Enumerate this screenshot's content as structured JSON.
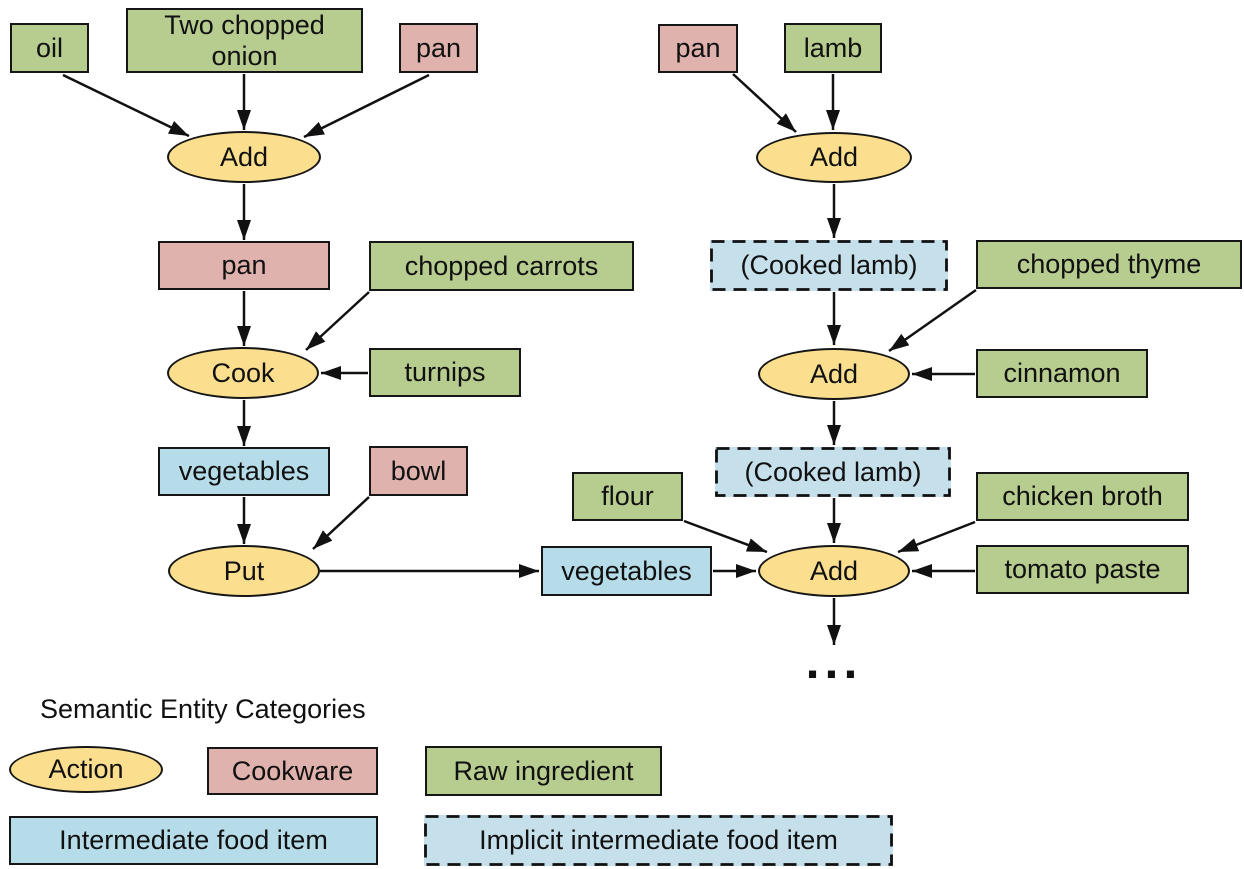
{
  "colors": {
    "action": "#fbdf8e",
    "cookware": "#e0b2ae",
    "raw": "#b7cc8f",
    "intermediate": "#b5dce8",
    "implicit": "#c5e0ea",
    "stroke": "#161616"
  },
  "flow_left": {
    "oil": {
      "label": "oil",
      "category": "raw ingredient"
    },
    "two_chopped_onion": {
      "label": "Two chopped onion",
      "lines": [
        "Two chopped",
        "onion"
      ],
      "category": "raw ingredient"
    },
    "pan_in": {
      "label": "pan",
      "category": "cookware"
    },
    "add": {
      "label": "Add",
      "category": "action"
    },
    "pan": {
      "label": "pan",
      "category": "cookware"
    },
    "chopped_carrots": {
      "label": "chopped carrots",
      "category": "raw ingredient"
    },
    "cook": {
      "label": "Cook",
      "category": "action"
    },
    "turnips": {
      "label": "turnips",
      "category": "raw ingredient"
    },
    "vegetables": {
      "label": "vegetables",
      "category": "intermediate food item"
    },
    "bowl": {
      "label": "bowl",
      "category": "cookware"
    },
    "put": {
      "label": "Put",
      "category": "action"
    }
  },
  "flow_right": {
    "pan": {
      "label": "pan",
      "category": "cookware"
    },
    "lamb": {
      "label": "lamb",
      "category": "raw ingredient"
    },
    "add_1": {
      "label": "Add",
      "category": "action"
    },
    "cooked_lamb_1": {
      "label": "(Cooked lamb)",
      "category": "implicit intermediate food item"
    },
    "chopped_thyme": {
      "label": "chopped thyme",
      "category": "raw ingredient"
    },
    "add_2": {
      "label": "Add",
      "category": "action"
    },
    "cinnamon": {
      "label": "cinnamon",
      "category": "raw ingredient"
    },
    "cooked_lamb_2": {
      "label": "(Cooked lamb)",
      "category": "implicit intermediate food item"
    },
    "flour": {
      "label": "flour",
      "category": "raw ingredient"
    },
    "vegetables": {
      "label": "vegetables",
      "category": "intermediate food item"
    },
    "add_3": {
      "label": "Add",
      "category": "action"
    },
    "chicken_broth": {
      "label": "chicken broth",
      "category": "raw ingredient"
    },
    "tomato_paste": {
      "label": "tomato paste",
      "category": "raw ingredient"
    },
    "continuation": "..."
  },
  "legend": {
    "title": "Semantic Entity Categories",
    "items": [
      {
        "shape": "ellipse",
        "label": "Action"
      },
      {
        "shape": "rect",
        "label": "Cookware"
      },
      {
        "shape": "rect",
        "label": "Raw ingredient"
      },
      {
        "shape": "rect",
        "label": "Intermediate food item"
      },
      {
        "shape": "rect-dashed",
        "label": "Implicit intermediate food item"
      }
    ]
  }
}
